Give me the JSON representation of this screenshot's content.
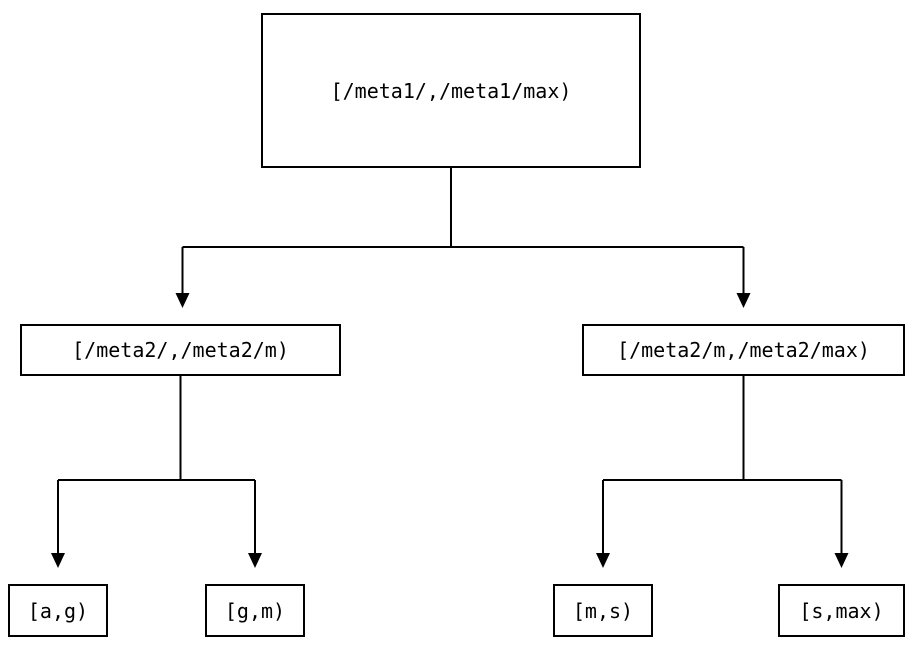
{
  "diagram": {
    "type": "binary-interval-partition-tree",
    "colors": {
      "background": "#ffffff",
      "stroke": "#000000",
      "text": "#000000"
    },
    "tree": {
      "root": {
        "label": "[/meta1/,/meta1/max)"
      },
      "level1": [
        {
          "label": "[/meta2/,/meta2/m)"
        },
        {
          "label": "[/meta2/m,/meta2/max)"
        }
      ],
      "level2": [
        {
          "label": "[a,g)"
        },
        {
          "label": "[g,m)"
        },
        {
          "label": "[m,s)"
        },
        {
          "label": "[s,max)"
        }
      ]
    }
  }
}
